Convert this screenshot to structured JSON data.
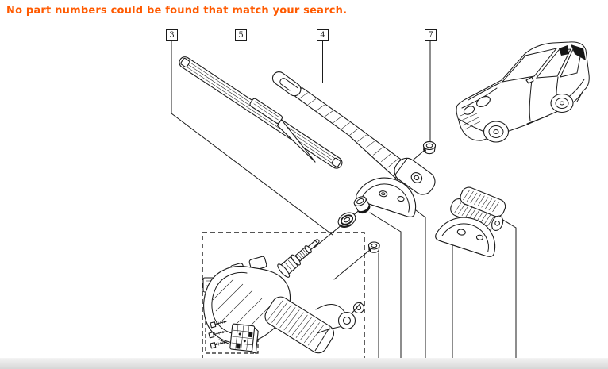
{
  "alert": {
    "text": "No part numbers could be found that match your search.",
    "color": "#ff5a00"
  },
  "diagram": {
    "ink_color": "#1b1b1b",
    "description_names": {
      "drawing": "rear-wiper-exploded-view",
      "vehicle": "hatchback-rear-wiper-location"
    },
    "callouts": [
      {
        "label": "3",
        "part": "wiper-motor-mechanism"
      },
      {
        "label": "5",
        "part": "wiper-blade"
      },
      {
        "label": "4",
        "part": "wiper-arm"
      },
      {
        "label": "7",
        "part": "pivot-nut"
      }
    ]
  }
}
